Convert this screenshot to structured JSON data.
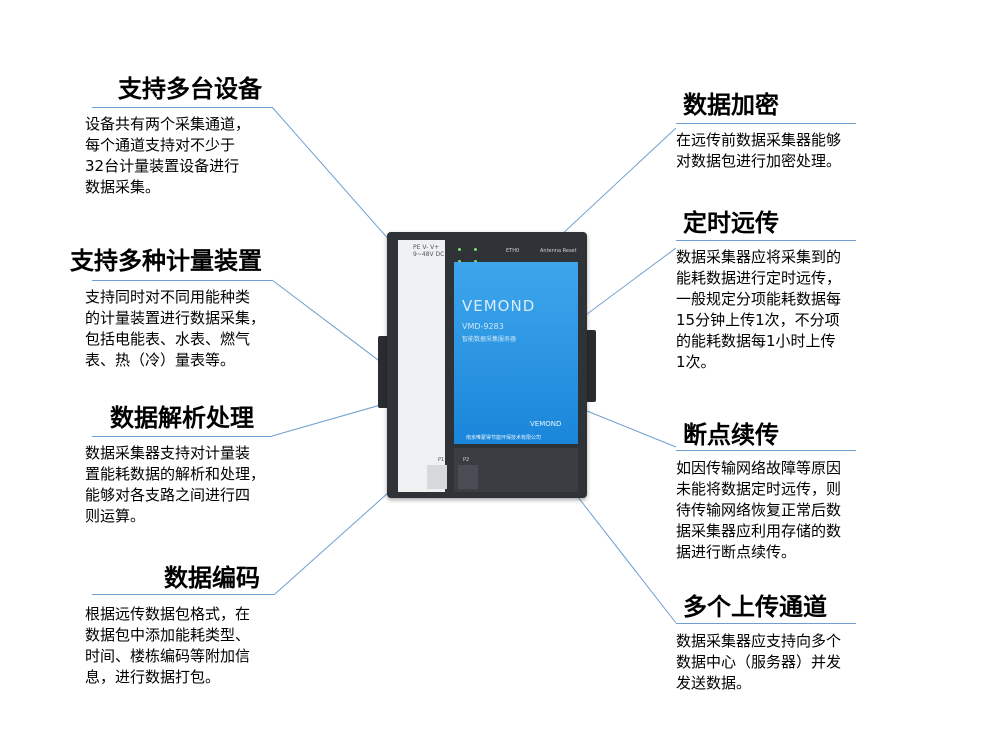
{
  "features": {
    "multi_device": {
      "title": "支持多台设备",
      "lines": [
        "设备共有两个采集通道，",
        "每个通道支持对不少于",
        "32台计量装置设备进行",
        "数据采集。"
      ]
    },
    "multi_meter": {
      "title": "支持多种计量装置",
      "lines": [
        "支持同时对不同用能种类",
        "的计量装置进行数据采集，",
        "包括电能表、水表、燃气",
        "表、热（冷）量表等。"
      ]
    },
    "parsing": {
      "title": "数据解析处理",
      "lines": [
        "数据采集器支持对计量装",
        "置能耗数据的解析和处理，",
        "能够对各支路之间进行四",
        "则运算。"
      ]
    },
    "encoding": {
      "title": "数据编码",
      "lines": [
        "根据远传数据包格式，在",
        "数据包中添加能耗类型、",
        "时间、楼栋编码等附加信",
        "息，进行数据打包。"
      ]
    },
    "encryption": {
      "title": "数据加密",
      "lines": [
        "在远传前数据采集器能够",
        "对数据包进行加密处理。"
      ]
    },
    "timed_upload": {
      "title": "定时远传",
      "lines": [
        "数据采集器应将采集到的",
        "能耗数据进行定时远传，",
        "一般规定分项能耗数据每",
        "15分钟上传1次，不分项",
        "的能耗数据每1小时上传",
        "1次。"
      ]
    },
    "resume": {
      "title": "断点续传",
      "lines": [
        "如因传输网络故障等原因",
        "未能将数据定时远传，则",
        "待传输网络恢复正常后数",
        "据采集器应利用存储的数",
        "据进行断点续传。"
      ]
    },
    "multi_channel": {
      "title": "多个上传通道",
      "lines": [
        "数据采集器应支持向多个",
        "数据中心（服务器）并发",
        "发送数据。"
      ]
    }
  },
  "device": {
    "brand": "VEMOND",
    "model": "VMD-9283",
    "subtitle": "智能数据采集服务器",
    "brand_small": "VEMOND",
    "company": "南京唯蒙得节能环保技术有限公司",
    "power_label": "PE V- V+",
    "power_spec": "9~48V DC",
    "eth_label": "ETH0",
    "antenna_label": "Antenna Reset",
    "port1_label": "P1",
    "port2_label": "P2"
  },
  "colors": {
    "leader_line": "#6f9fd0",
    "device_blue": "#1f8fe0",
    "device_body": "#2f3236"
  }
}
